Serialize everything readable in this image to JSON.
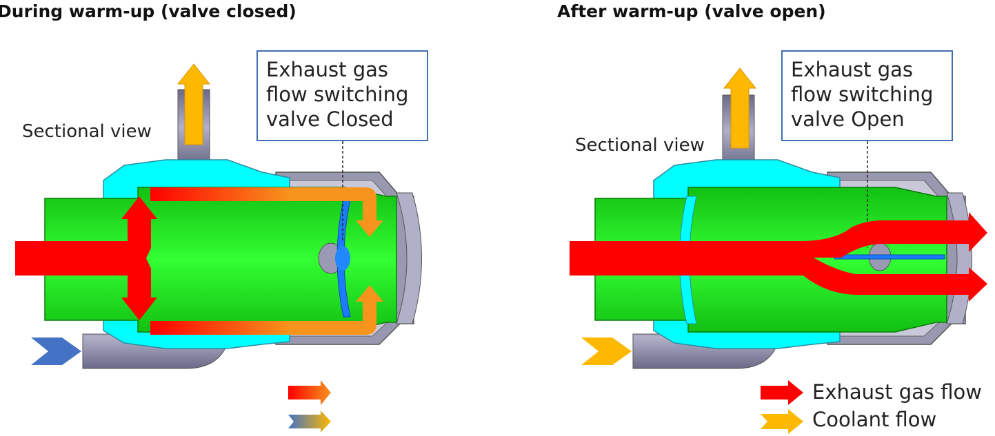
{
  "left_panel": {
    "title": "During warm-up (valve closed)",
    "caption": "Sectional view",
    "callout_lines": [
      "Exhaust gas",
      "flow switching",
      "valve Closed"
    ]
  },
  "right_panel": {
    "title": "After warm-up (valve open)",
    "caption": "Sectional view",
    "callout_lines": [
      "Exhaust gas",
      "flow switching",
      "valve Open"
    ]
  },
  "legend": {
    "exhaust": "Exhaust gas flow",
    "coolant": "Coolant flow"
  },
  "colors": {
    "exhaust": "#ff0000",
    "exhaust_warm": "#f7941d",
    "coolant_cold": "#4472c4",
    "coolant_hot": "#ffb800",
    "pipe_green": "#1fe81f",
    "jacket_cyan": "#00ffff",
    "housing_gray": "#8e8ea8",
    "callout_border": "#3f6fb0"
  }
}
